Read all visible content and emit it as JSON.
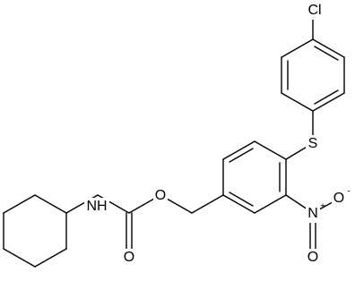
{
  "atoms": {
    "chlorine": "Cl",
    "sulfur": "S",
    "ether_oxygen": "O",
    "carbonyl_oxygen": "O",
    "amine_nitrogen": "NH",
    "nitro_nitrogen": "N",
    "nitro_nitrogen_charge": "+",
    "nitro_oxygen_single": "O",
    "nitro_oxygen_single_charge": "-",
    "nitro_oxygen_double": "O"
  }
}
